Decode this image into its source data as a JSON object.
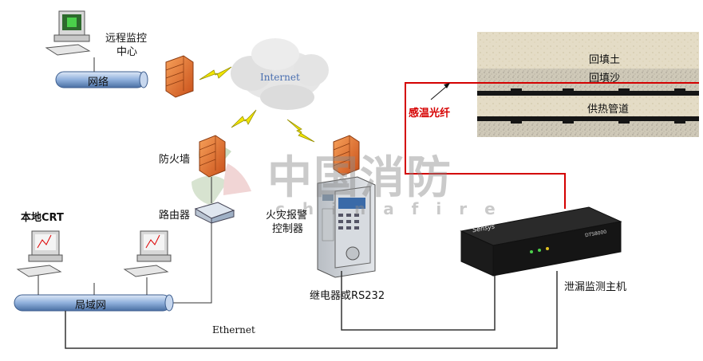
{
  "remote_center": {
    "label_line1": "远程监控",
    "label_line2": "中心"
  },
  "network": {
    "label": "网络"
  },
  "internet": {
    "label": "Internet"
  },
  "firewall": {
    "label": "防火墙"
  },
  "router": {
    "label": "路由器"
  },
  "local_crt": {
    "label": "本地CRT"
  },
  "fire_panel": {
    "label_line1": "火灾报警",
    "label_line2": "控制器"
  },
  "relay": {
    "label": "继电器或RS232"
  },
  "lan": {
    "label": "局域网"
  },
  "ethernet": {
    "label": "Ethernet"
  },
  "sensor_fiber": {
    "label": "感温光纤"
  },
  "ground": {
    "backfill_soil": "回填土",
    "backfill_sand": "回填沙",
    "heat_pipe": "供热管道"
  },
  "monitor_host": {
    "label": "泄漏监测主机",
    "brand": "Sensys",
    "model": "DTS8000"
  },
  "watermark": {
    "text_cn": "中国消防",
    "text_en": "chinafire"
  },
  "colors": {
    "fiber_red": "#d40000",
    "pipe_blue": "#5a7fb3",
    "firewall_orange": "#e8742a"
  }
}
